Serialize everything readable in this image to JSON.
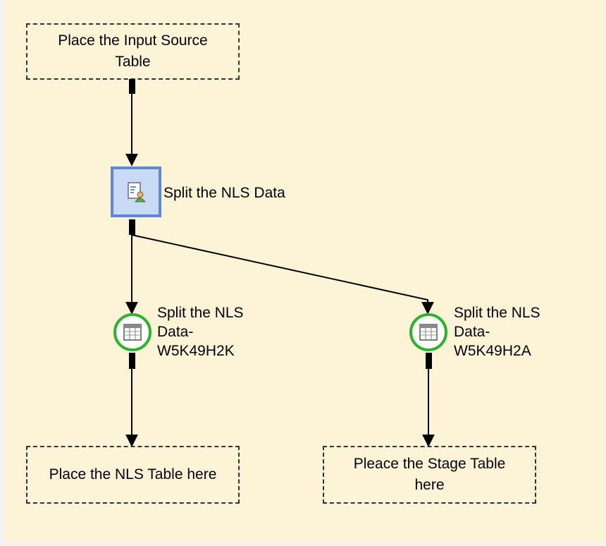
{
  "placeholders": {
    "input_source": "Place the Input Source Table",
    "nls_table": "Place the NLS Table here",
    "stage_table": "Pleace the Stage Table here"
  },
  "nodes": {
    "split": {
      "label": "Split the NLS Data",
      "icon": "transform-icon"
    },
    "output_k": {
      "label_line1": "Split the NLS",
      "label_line2": "Data-",
      "label_line3": "W5K49H2K",
      "icon": "table-icon"
    },
    "output_a": {
      "label_line1": "Split the NLS",
      "label_line2": "Data-",
      "label_line3": "W5K49H2A",
      "icon": "table-icon"
    }
  },
  "colors": {
    "canvas": "#fdf3d6",
    "square_node_fill": "#c9daf5",
    "square_node_border": "#5d87d8",
    "circle_border": "#2bb32b",
    "wire": "#000000"
  }
}
